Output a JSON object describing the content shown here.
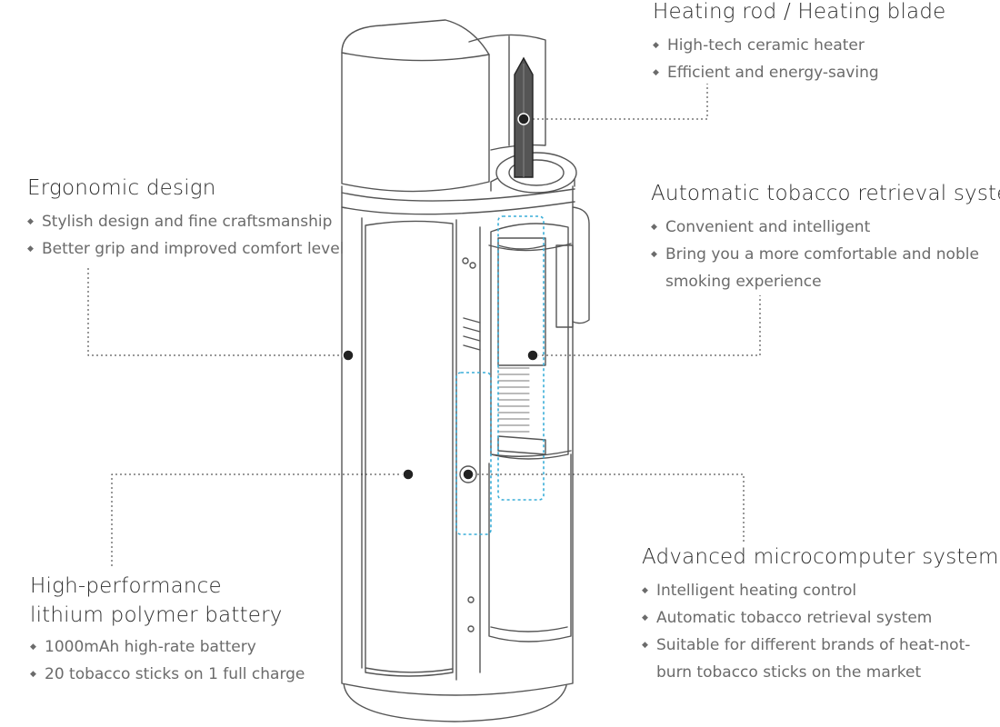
{
  "features": [
    {
      "id": "heating",
      "title": [
        "Heating rod / Heating blade"
      ],
      "bullets": [
        "High-tech ceramic heater",
        "Efficient and energy-saving"
      ]
    },
    {
      "id": "ergonomic",
      "title": [
        "Ergonomic design"
      ],
      "bullets": [
        "Stylish design and fine craftsmanship",
        "Better grip and improved comfort level"
      ]
    },
    {
      "id": "retrieval",
      "title": [
        "Automatic tobacco retrieval system"
      ],
      "bullets": [
        "Convenient and intelligent",
        "Bring you a more comfortable and noble smoking experience"
      ]
    },
    {
      "id": "microcomputer",
      "title": [
        "Advanced microcomputer system"
      ],
      "bullets": [
        "Intelligent heating control",
        "Automatic tobacco retrieval system",
        "Suitable for different brands of heat-not-burn tobacco sticks on the market"
      ]
    },
    {
      "id": "battery",
      "title": [
        "High-performance",
        "lithium polymer battery"
      ],
      "bullets": [
        "1000mAh high-rate battery",
        "20 tobacco sticks on 1 full charge"
      ]
    }
  ],
  "colors": {
    "outline": "#555555",
    "leader": "#333333",
    "highlight": "#3aaed8",
    "text": "#6b6b6b",
    "title": "#2e2e2e"
  }
}
